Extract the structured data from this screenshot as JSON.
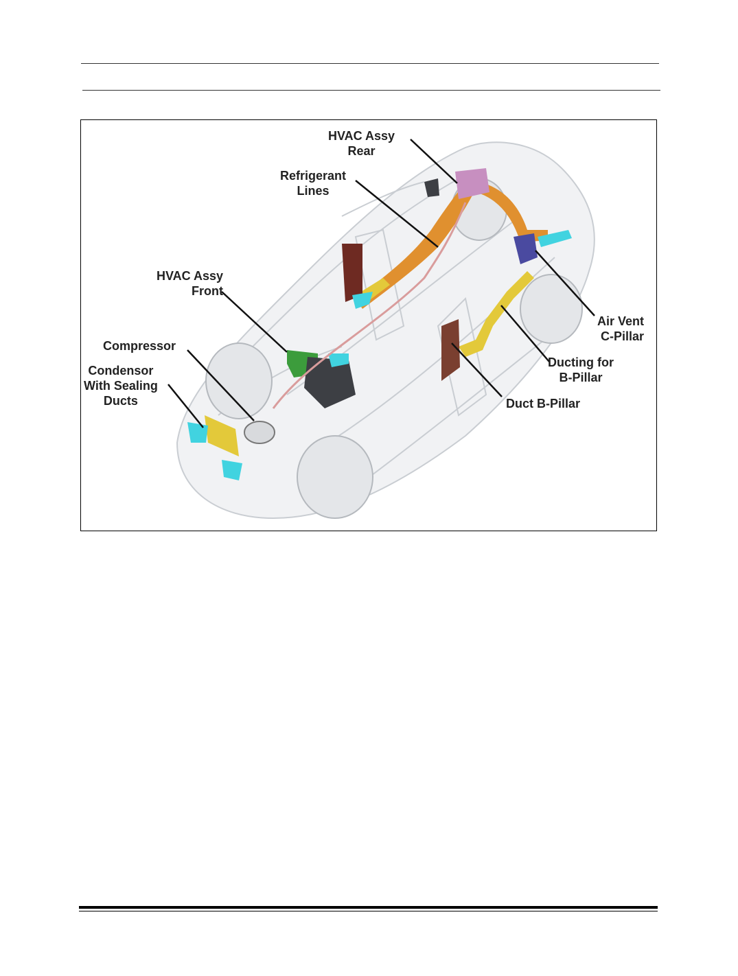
{
  "figure": {
    "labels": {
      "hvac_assy_rear": "HVAC Assy\nRear",
      "refrigerant_lines": "Refrigerant\nLines",
      "hvac_assy_front": "HVAC Assy\nFront",
      "compressor": "Compressor",
      "condensor": "Condensor\nWith Sealing\nDucts",
      "air_vent_c_pillar": "Air Vent\nC-Pillar",
      "ducting_b_pillar": "Ducting for\nB-Pillar",
      "duct_b_pillar": "Duct B-Pillar"
    }
  },
  "colors": {
    "orange_duct": "#e0902f",
    "yellow_duct": "#e3c93a",
    "cyan_part": "#41d3e0",
    "green_part": "#3c9c3c",
    "maroon_part": "#6e2a22",
    "navy_part": "#4a4aa0"
  }
}
